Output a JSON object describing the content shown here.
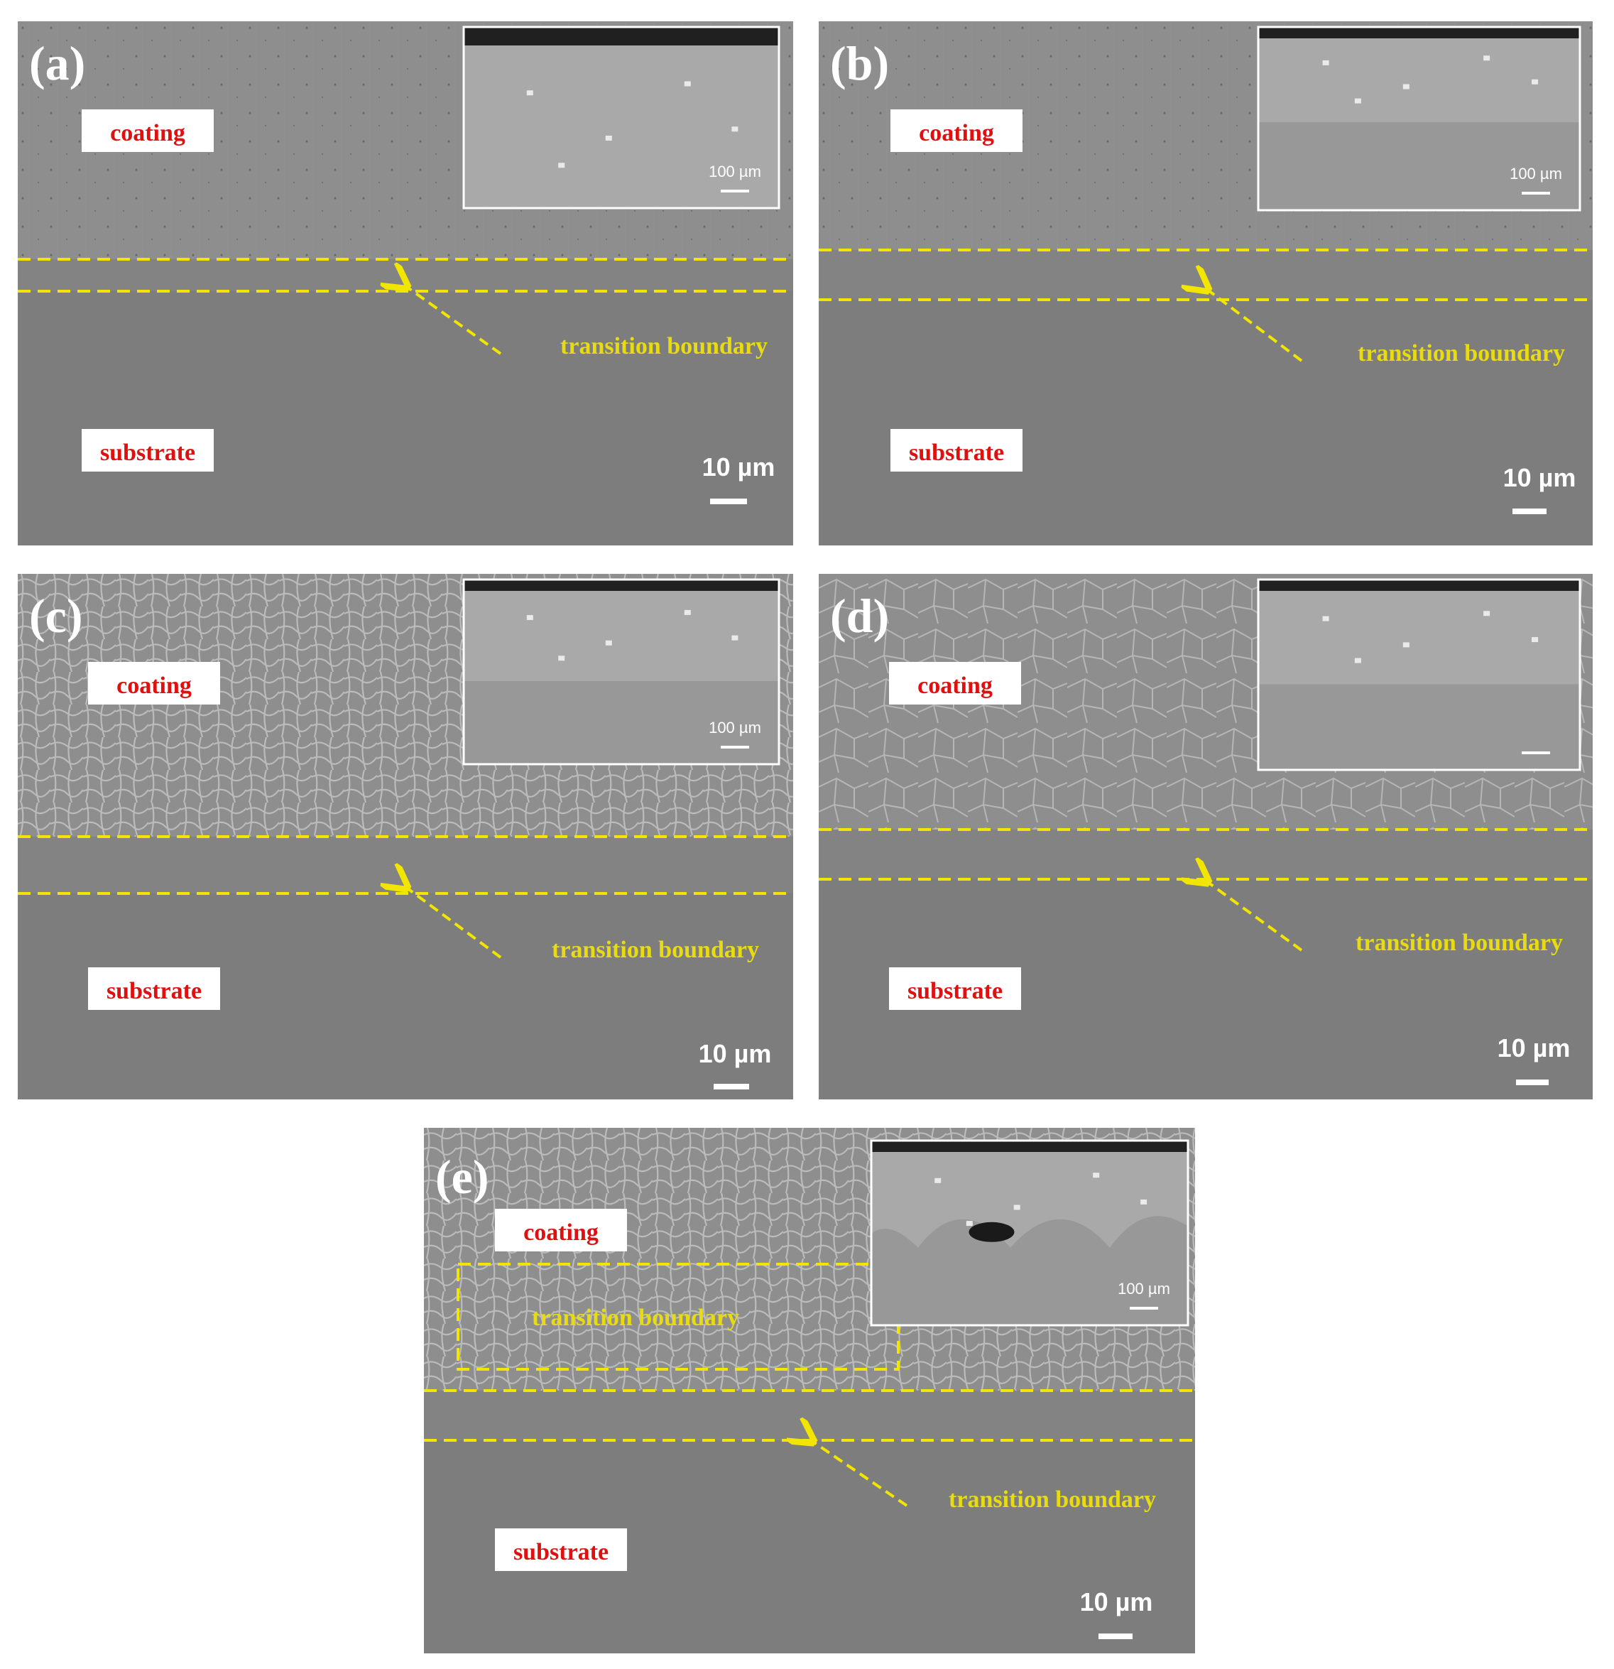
{
  "colors": {
    "background": "#ffffff",
    "sem_coating": "#8e8e8e",
    "sem_substrate": "#7d7d7d",
    "annotation_line": "#f2e600",
    "annotation_text": "#e8dc10",
    "label_text": "#e01010",
    "label_box": "#ffffff",
    "panel_letter": "#ffffff",
    "inset_top_crust": "#202020",
    "inset_coating": "#a9a9a9",
    "inset_substrate": "#989898"
  },
  "panels": [
    {
      "letter": "(a)",
      "coating_label": "coating",
      "substrate_label": "substrate",
      "boundary_label": "transition boundary",
      "scale_label": "10 µm",
      "inset_scale_label": "100 µm",
      "microstructure": "fine"
    },
    {
      "letter": "(b)",
      "coating_label": "coating",
      "substrate_label": "substrate",
      "boundary_label": "transition boundary",
      "scale_label": "10 µm",
      "inset_scale_label": "100 µm",
      "microstructure": "fine"
    },
    {
      "letter": "(c)",
      "coating_label": "coating",
      "substrate_label": "substrate",
      "boundary_label": "transition boundary",
      "scale_label": "10 µm",
      "inset_scale_label": "100 µm",
      "microstructure": "dendritic"
    },
    {
      "letter": "(d)",
      "coating_label": "coating",
      "substrate_label": "substrate",
      "boundary_label": "transition boundary",
      "scale_label": "10 µm",
      "inset_scale_label": "",
      "microstructure": "cellular"
    },
    {
      "letter": "(e)",
      "coating_label": "coating",
      "substrate_label": "substrate",
      "boundary_label": "transition boundary",
      "boundary_box_label": "transition boundary",
      "scale_label": "10 µm",
      "inset_scale_label": "100 µm",
      "microstructure": "dendritic"
    }
  ]
}
